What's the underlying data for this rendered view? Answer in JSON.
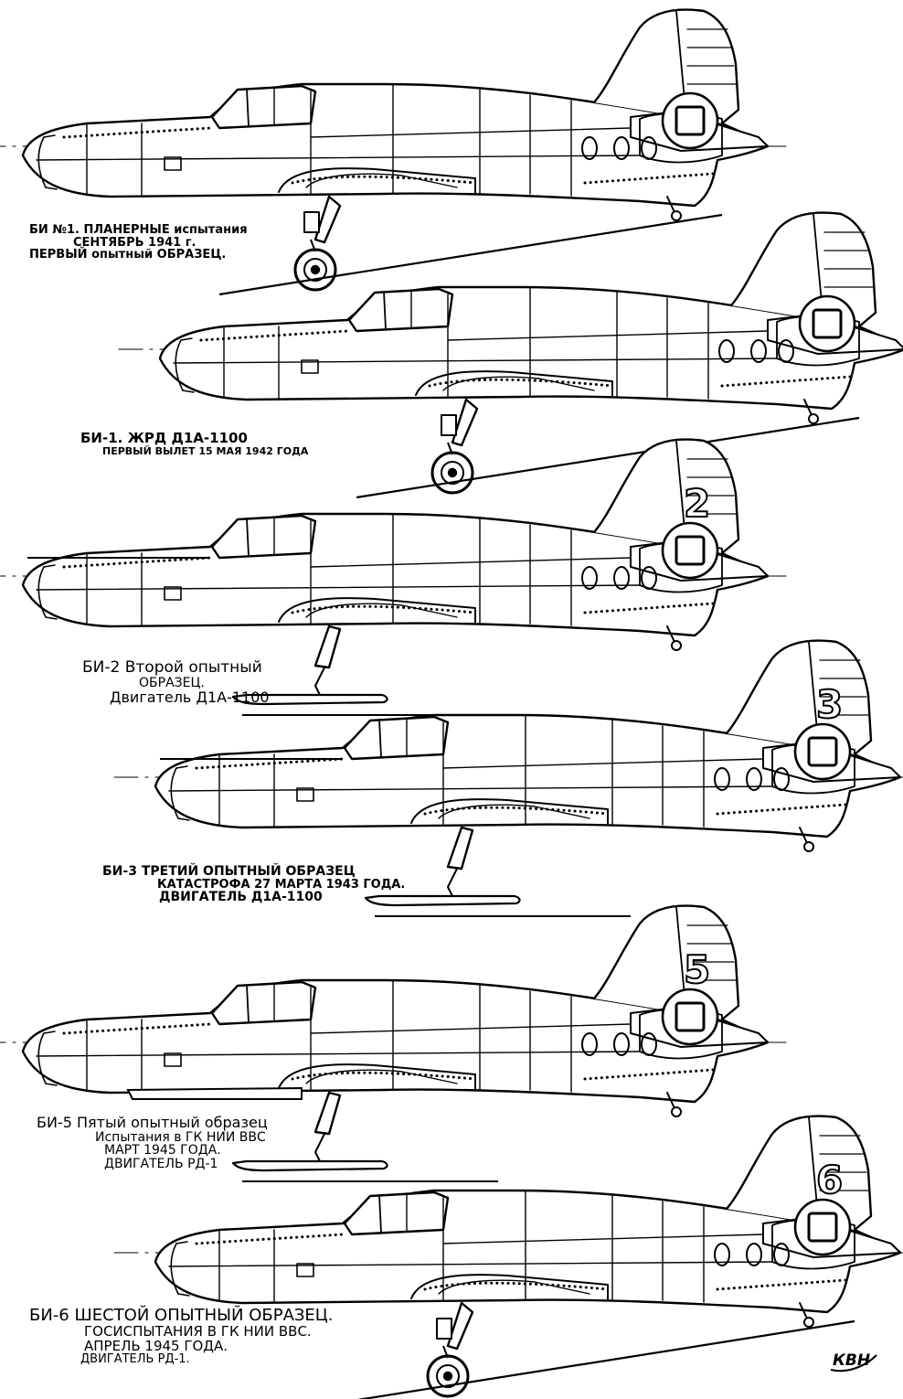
{
  "variants": [
    {
      "id": "bi1-glider",
      "lines": [
        "БИ №1. ПЛАНЕРНЫЕ испытания",
        "СЕНТЯБРЬ 1941 г.",
        "ПЕРВЫЙ опытный ОБРАЗЕЦ."
      ],
      "tail_number": "",
      "gear": "wheel"
    },
    {
      "id": "bi1",
      "lines": [
        "БИ-1. ЖРД Д1А-1100",
        "ПЕРВЫЙ ВЫЛЕТ 15 МАЯ 1942 ГОДА"
      ],
      "tail_number": "",
      "gear": "wheel"
    },
    {
      "id": "bi2",
      "lines": [
        "БИ-2 Второй опытный",
        "ОБРАЗЕЦ.",
        "Двигатель Д1А-1100"
      ],
      "tail_number": "2",
      "gear": "ski"
    },
    {
      "id": "bi3",
      "lines": [
        "БИ-3 ТРЕТИЙ ОПЫТНЫЙ ОБРАЗЕЦ",
        "КАТАСТРОФА 27 МАРТА 1943 ГОДА.",
        "ДВИГАТЕЛЬ Д1А-1100"
      ],
      "tail_number": "3",
      "gear": "ski"
    },
    {
      "id": "bi5",
      "lines": [
        "БИ-5 Пятый опытный образец",
        "Испытания в ГК НИИ ВВС",
        "МАРТ 1945 ГОДА.",
        "ДВИГАТЕЛЬ РД-1"
      ],
      "tail_number": "5",
      "gear": "ski"
    },
    {
      "id": "bi6",
      "lines": [
        "БИ-6 ШЕСТОЙ ОПЫТНЫЙ ОБРАЗЕЦ.",
        "ГОСИСПЫТАНИЯ В ГК НИИ ВВС.",
        "АПРЕЛЬ 1945 ГОДА.",
        "ДВИГАТЕЛЬ РД-1."
      ],
      "tail_number": "6",
      "gear": "wheel"
    }
  ],
  "signature": "КВН",
  "ink_color": "#000000",
  "paper_color": "#ffffff"
}
